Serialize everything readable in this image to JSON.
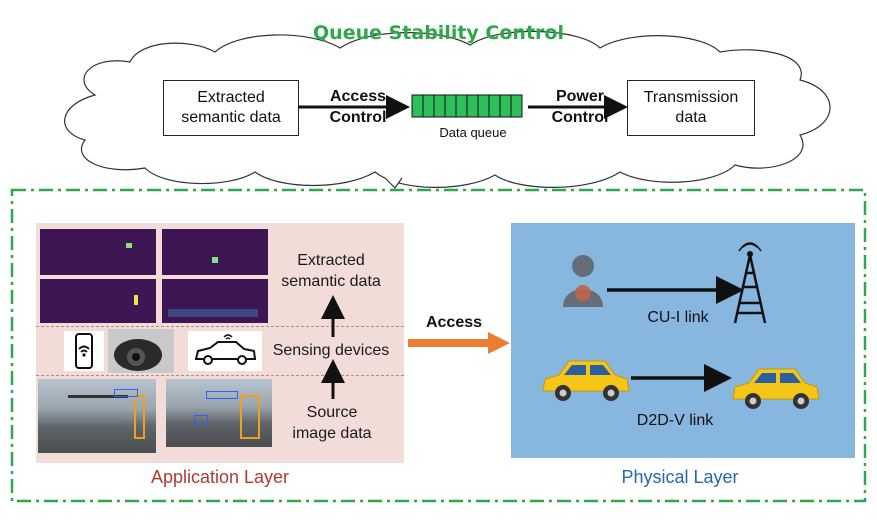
{
  "title": "Queue Stability Control",
  "top": {
    "left_box": "Extracted semantic data",
    "access_control": "Access Control",
    "queue_label": "Data queue",
    "power_control": "Power Control",
    "right_box": "Transmission data",
    "queue_cells": 10
  },
  "application": {
    "rows": [
      "Extracted semantic data",
      "Sensing devices",
      "Source image data"
    ],
    "layer_name": "Application Layer"
  },
  "access_label": "Access",
  "physical": {
    "cu_link": "CU-I link",
    "d2d_link": "D2D-V link",
    "layer_name": "Physical Layer"
  },
  "colors": {
    "title": "#2ea84a",
    "border_dash": "#2ea84a",
    "queue_cell": "#2fbf5a",
    "app_bg": "#f2dcd8",
    "phys_bg": "#87b6de",
    "access_arrow": "#ed7d31",
    "app_layer_text": "#b23a30",
    "phys_layer_text": "#2468b0",
    "car": "#f5c518"
  },
  "icons": [
    "cloud-shape",
    "wifi-phone-icon",
    "dashcam-icon",
    "connected-car-icon",
    "person-icon",
    "radio-tower-icon",
    "car-icon"
  ]
}
